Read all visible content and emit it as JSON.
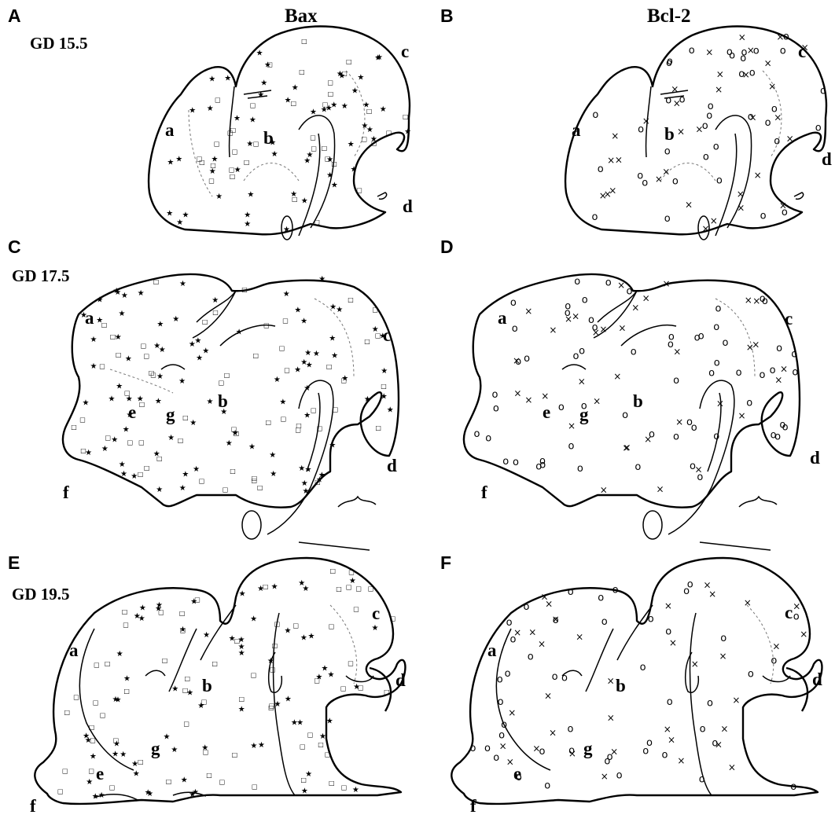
{
  "columns": {
    "left": "Bax",
    "right": "Bcl-2"
  },
  "panels": [
    {
      "letter": "A",
      "stage": "GD 15.5",
      "regions": [
        "a",
        "b",
        "c",
        "d"
      ]
    },
    {
      "letter": "B",
      "stage": "",
      "regions": [
        "a",
        "b",
        "c",
        "d"
      ]
    },
    {
      "letter": "C",
      "stage": "GD 17.5",
      "regions": [
        "a",
        "b",
        "c",
        "d",
        "e",
        "f",
        "g"
      ]
    },
    {
      "letter": "D",
      "stage": "",
      "regions": [
        "a",
        "b",
        "c",
        "d",
        "e",
        "f",
        "g"
      ]
    },
    {
      "letter": "E",
      "stage": "GD 19.5",
      "regions": [
        "a",
        "b",
        "c",
        "d",
        "e",
        "f",
        "g"
      ]
    },
    {
      "letter": "F",
      "stage": "",
      "regions": [
        "a",
        "b",
        "c",
        "d",
        "e",
        "f",
        "g"
      ]
    }
  ],
  "markers": {
    "bax": [
      "star",
      "square"
    ],
    "bcl2": [
      "circle",
      "cross"
    ],
    "glyphs": {
      "star": "★",
      "square": "□",
      "circle": "o",
      "cross": "×"
    }
  }
}
